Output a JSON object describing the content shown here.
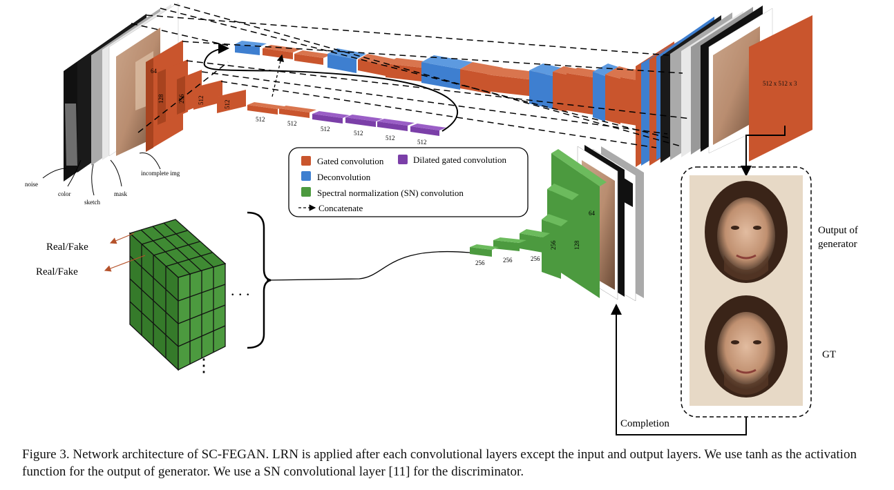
{
  "inputs": {
    "noise": "noise",
    "color": "color",
    "sketch": "sketch",
    "mask": "mask",
    "incomplete_img": "incomplete img"
  },
  "encoder": {
    "first_layer": "64",
    "layers": [
      "128",
      "256",
      "512",
      "512"
    ]
  },
  "bottleneck": {
    "gated": [
      "512",
      "512"
    ],
    "dilated": [
      "512",
      "512",
      "512",
      "512"
    ]
  },
  "output": {
    "size": "512 x 512 x 3",
    "label": "Output of generator",
    "gt_label": "GT"
  },
  "legend": {
    "gated": "Gated convolution",
    "dilated": "Dilated gated convolution",
    "deconv": "Deconvolution",
    "sn": "Spectral normalization (SN) convolution",
    "concat": "Concatenate"
  },
  "colors": {
    "gated": "#C9552D",
    "dilated": "#7B3FA8",
    "deconv": "#3E7FD0",
    "sn": "#4C9A3F"
  },
  "discriminator": {
    "layers": [
      "64",
      "128",
      "256",
      "256",
      "256",
      "256"
    ],
    "real_fake_1": "Real/Fake",
    "real_fake_2": "Real/Fake",
    "completion": "Completion",
    "ellipsis_h": ". . .",
    "ellipsis_v": "⋮"
  },
  "caption": "Figure 3. Network architecture of SC-FEGAN. LRN is applied after each convolutional layers except the input and output layers. We use tanh as the activation function for the output of generator. We use a SN convolutional layer [11] for the discriminator."
}
